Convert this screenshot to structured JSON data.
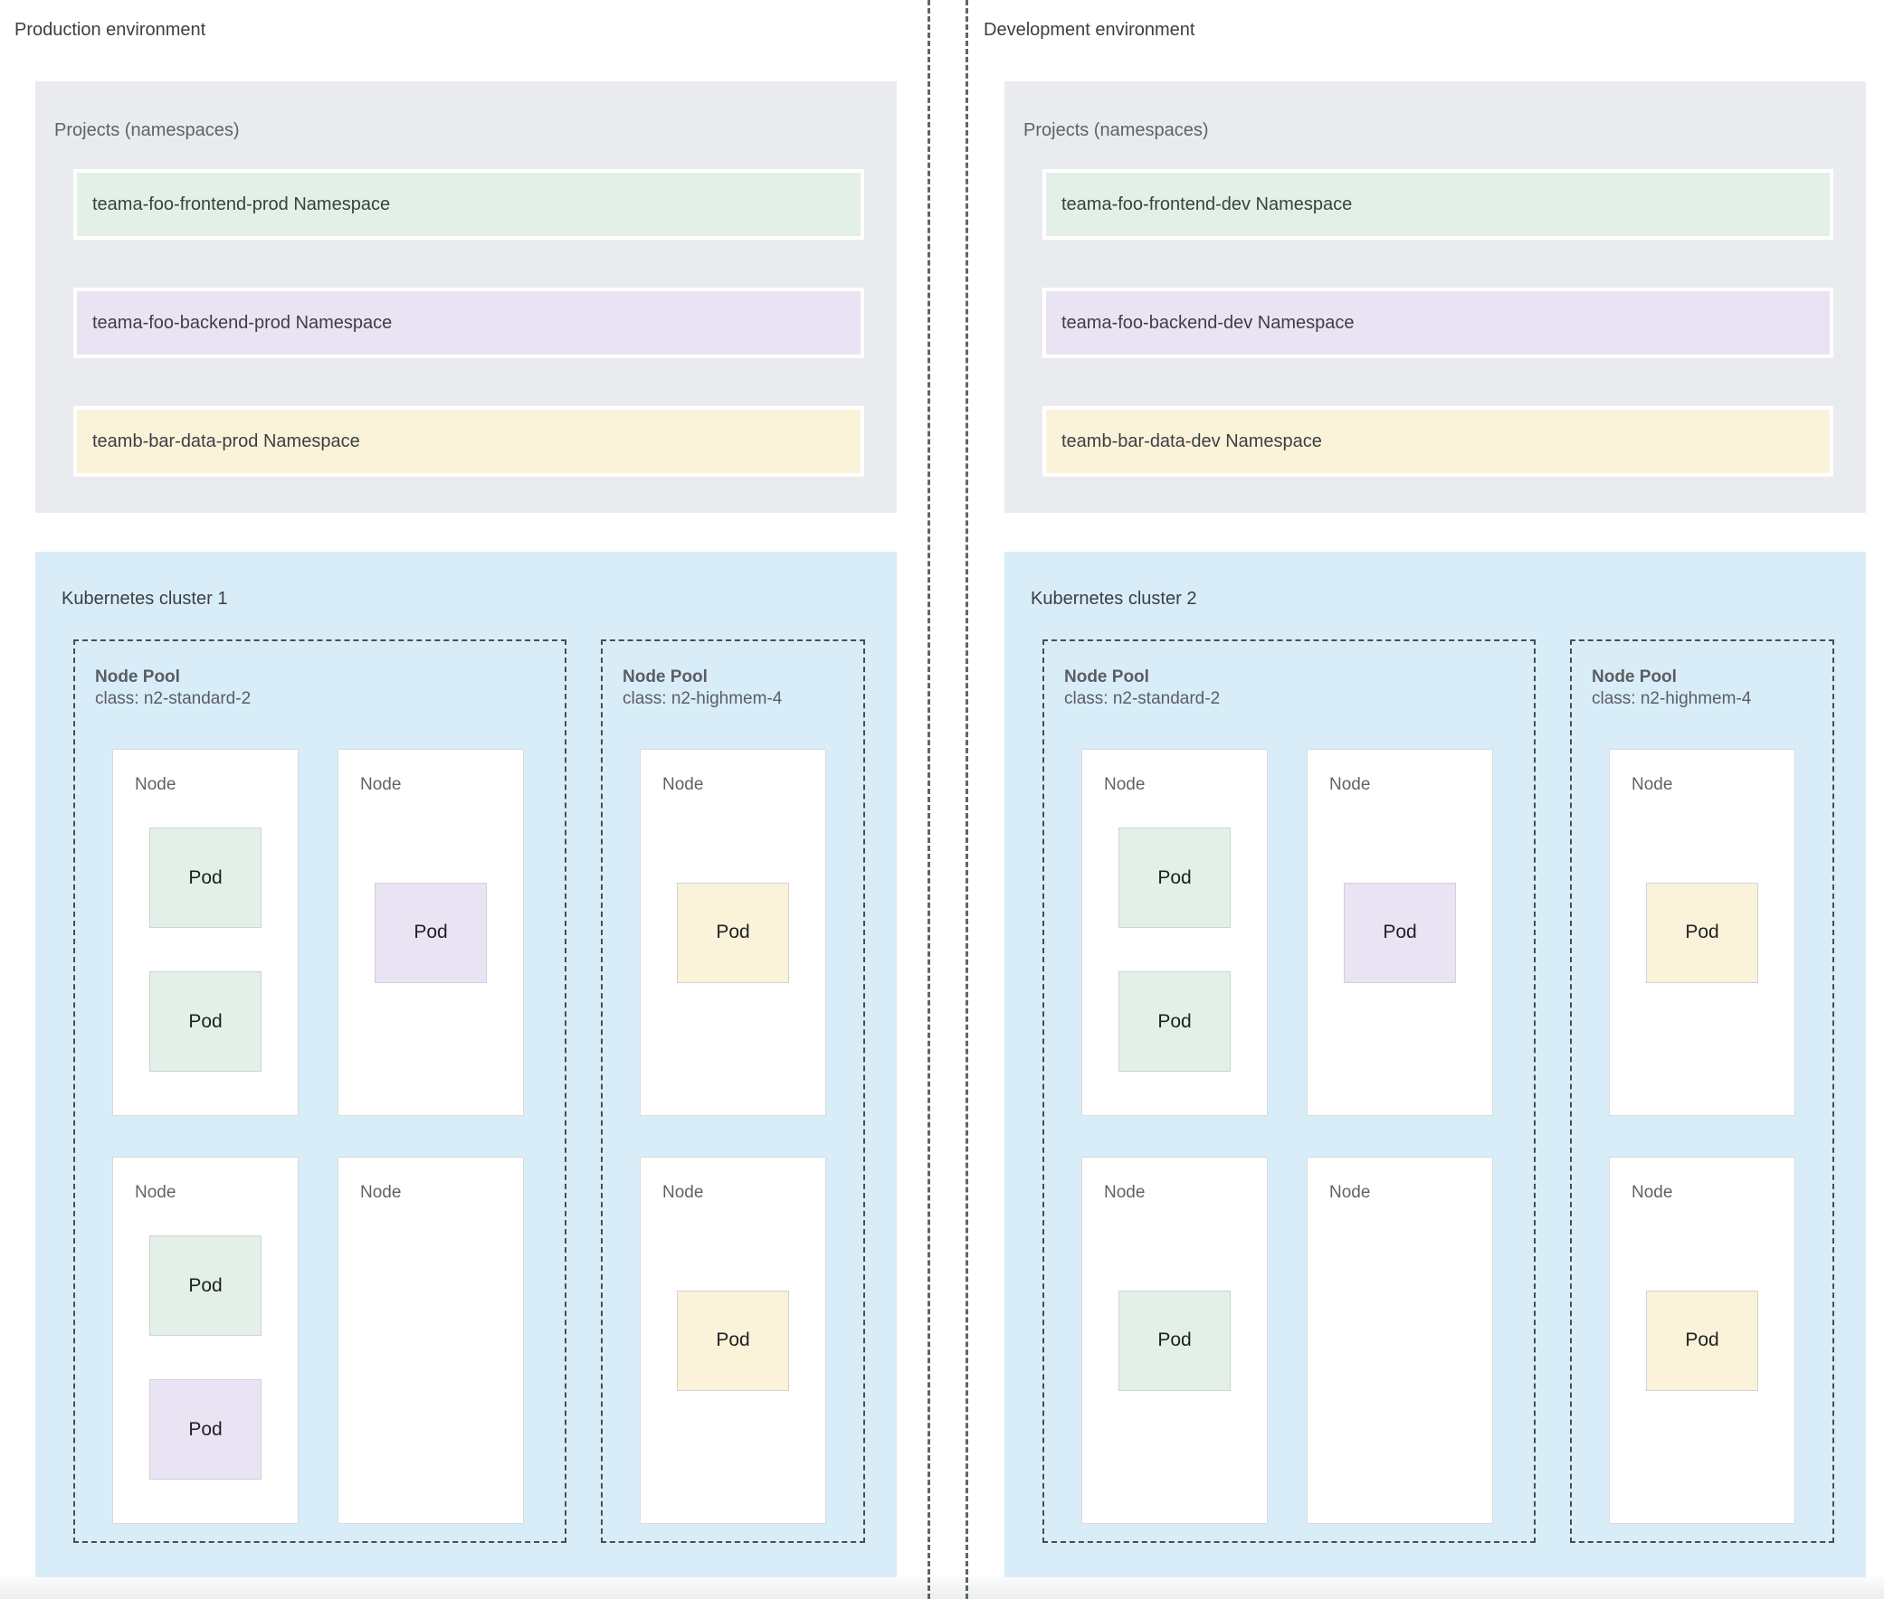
{
  "colors": {
    "namespace_green": "#E2F0E7",
    "namespace_purple": "#EAE3F3",
    "namespace_yellow": "#FBF2DA",
    "projects_box_gray": "#E9EBEE",
    "cluster_blue": "#D9EDF8",
    "node_white": "#FFFFFF",
    "divider_dash_gray": "#606469",
    "text_dark_gray": "#3C4043",
    "text_medium_gray": "#5F6368"
  },
  "environments": [
    {
      "title": "Production environment",
      "projects": {
        "title": "Projects (namespaces)",
        "namespaces": [
          {
            "label": "teama-foo-frontend-prod Namespace",
            "color": "green"
          },
          {
            "label": "teama-foo-backend-prod Namespace",
            "color": "purple"
          },
          {
            "label": "teamb-bar-data-prod Namespace",
            "color": "yellow"
          }
        ]
      },
      "cluster": {
        "title": "Kubernetes cluster 1",
        "node_pools": [
          {
            "title": "Node Pool",
            "class_line": "class: n2-standard-2",
            "nodes": [
              {
                "label": "Node",
                "arrangement": "top",
                "pods": [
                  {
                    "label": "Pod",
                    "color": "green"
                  },
                  {
                    "label": "Pod",
                    "color": "green"
                  }
                ]
              },
              {
                "label": "Node",
                "arrangement": "center",
                "pods": [
                  {
                    "label": "Pod",
                    "color": "purple"
                  }
                ]
              },
              {
                "label": "Node",
                "arrangement": "top",
                "pods": [
                  {
                    "label": "Pod",
                    "color": "green"
                  },
                  {
                    "label": "Pod",
                    "color": "purple"
                  }
                ]
              },
              {
                "label": "Node",
                "arrangement": "center",
                "pods": []
              }
            ]
          },
          {
            "title": "Node Pool",
            "class_line": "class: n2-highmem-4",
            "nodes": [
              {
                "label": "Node",
                "arrangement": "center",
                "pods": [
                  {
                    "label": "Pod",
                    "color": "yellow"
                  }
                ]
              },
              {
                "label": "Node",
                "arrangement": "center",
                "pods": [
                  {
                    "label": "Pod",
                    "color": "yellow"
                  }
                ]
              }
            ]
          }
        ]
      }
    },
    {
      "title": "Development environment",
      "projects": {
        "title": "Projects (namespaces)",
        "namespaces": [
          {
            "label": "teama-foo-frontend-dev Namespace",
            "color": "green"
          },
          {
            "label": "teama-foo-backend-dev Namespace",
            "color": "purple"
          },
          {
            "label": "teamb-bar-data-dev Namespace",
            "color": "yellow"
          }
        ]
      },
      "cluster": {
        "title": "Kubernetes cluster 2",
        "node_pools": [
          {
            "title": "Node Pool",
            "class_line": "class: n2-standard-2",
            "nodes": [
              {
                "label": "Node",
                "arrangement": "top",
                "pods": [
                  {
                    "label": "Pod",
                    "color": "green"
                  },
                  {
                    "label": "Pod",
                    "color": "green"
                  }
                ]
              },
              {
                "label": "Node",
                "arrangement": "center",
                "pods": [
                  {
                    "label": "Pod",
                    "color": "purple"
                  }
                ]
              },
              {
                "label": "Node",
                "arrangement": "center",
                "pods": [
                  {
                    "label": "Pod",
                    "color": "green"
                  }
                ]
              },
              {
                "label": "Node",
                "arrangement": "center",
                "pods": []
              }
            ]
          },
          {
            "title": "Node Pool",
            "class_line": "class: n2-highmem-4",
            "nodes": [
              {
                "label": "Node",
                "arrangement": "center",
                "pods": [
                  {
                    "label": "Pod",
                    "color": "yellow"
                  }
                ]
              },
              {
                "label": "Node",
                "arrangement": "center",
                "pods": [
                  {
                    "label": "Pod",
                    "color": "yellow"
                  }
                ]
              }
            ]
          }
        ]
      }
    }
  ]
}
